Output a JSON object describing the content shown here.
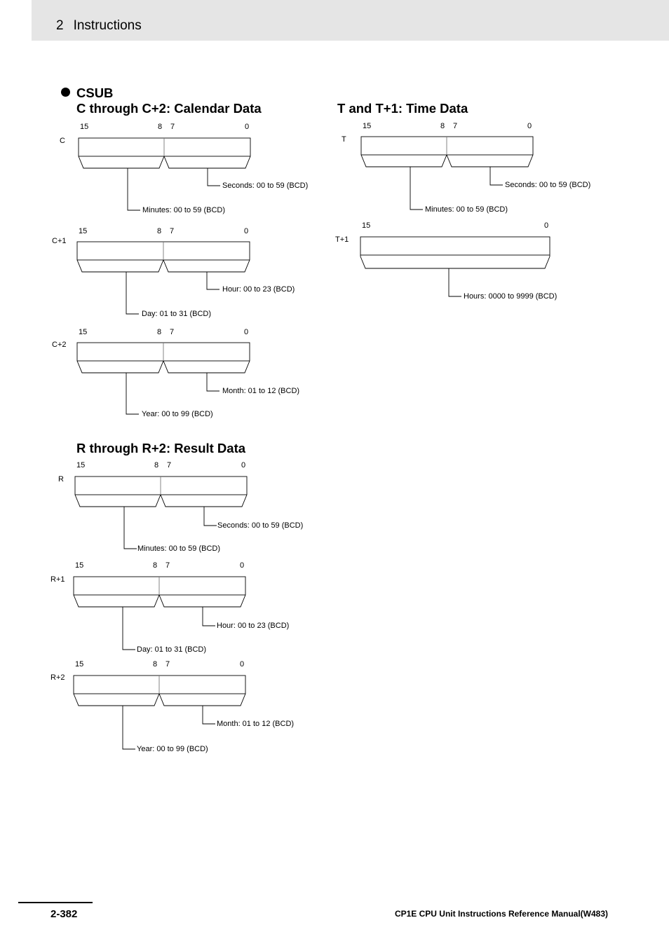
{
  "header": {
    "chapter_number": "2",
    "chapter_title": "Instructions"
  },
  "sections": {
    "csub_label": "CSUB",
    "calendar_title": "C through C+2: Calendar Data",
    "time_title": "T and T+1: Time Data",
    "result_title": "R through R+2: Result Data"
  },
  "bit_labels": {
    "b15": "15",
    "b8": "8",
    "b7": "7",
    "b0": "0"
  },
  "diagrams": {
    "c0": {
      "register": "C",
      "upper": "Minutes: 00 to 59 (BCD)",
      "lower": "Seconds: 00 to 59 (BCD)"
    },
    "c1": {
      "register": "C+1",
      "upper": "Day: 01 to 31 (BCD)",
      "lower": "Hour: 00 to 23 (BCD)"
    },
    "c2": {
      "register": "C+2",
      "upper": "Year: 00 to 99 (BCD)",
      "lower": "Month: 01 to 12 (BCD)"
    },
    "t0": {
      "register": "T",
      "upper": "Minutes: 00 to 59 (BCD)",
      "lower": "Seconds: 00 to 59 (BCD)"
    },
    "t1": {
      "register": "T+1",
      "full": "Hours: 0000 to 9999 (BCD)"
    },
    "r0": {
      "register": "R",
      "upper": "Minutes: 00 to 59 (BCD)",
      "lower": "Seconds: 00 to 59 (BCD)"
    },
    "r1": {
      "register": "R+1",
      "upper": "Day: 01 to 31 (BCD)",
      "lower": "Hour: 00 to 23 (BCD)"
    },
    "r2": {
      "register": "R+2",
      "upper": "Year: 00 to 99 (BCD)",
      "lower": "Month: 01 to 12 (BCD)"
    }
  },
  "footer": {
    "page_number": "2-382",
    "manual_title": "CP1E CPU Unit Instructions Reference Manual(W483)"
  }
}
